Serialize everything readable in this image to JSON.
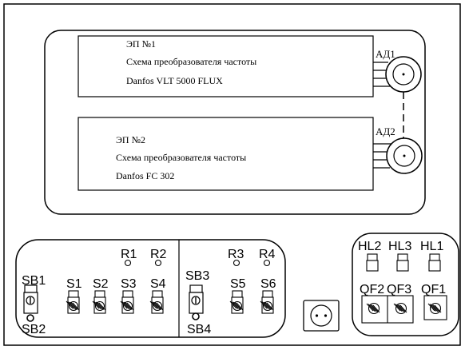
{
  "upper_panel": {
    "unit1": {
      "title": "ЭП №1",
      "line1": "Схема преобразователя частоты",
      "line2": "Danfos VLT 5000 FLUX"
    },
    "unit2": {
      "title": "ЭП №2",
      "line1": "Схема преобразователя частоты",
      "line2": "Danfos FC 302"
    },
    "motor1_label": "АД1",
    "motor2_label": "АД2"
  },
  "control_panel": {
    "left_section": {
      "sb_top": "SB1",
      "sb_bottom": "SB2",
      "lamps": [
        "R1",
        "R2"
      ],
      "switches": [
        "S1",
        "S2",
        "S3",
        "S4"
      ]
    },
    "right_section": {
      "sb_top": "SB3",
      "sb_bottom": "SB4",
      "lamps": [
        "R3",
        "R4"
      ],
      "switches": [
        "S5",
        "S6"
      ]
    }
  },
  "breaker_panel": {
    "lamps": [
      "HL2",
      "HL3",
      "HL1"
    ],
    "breakers": [
      "QF2",
      "QF3",
      "QF1"
    ]
  }
}
